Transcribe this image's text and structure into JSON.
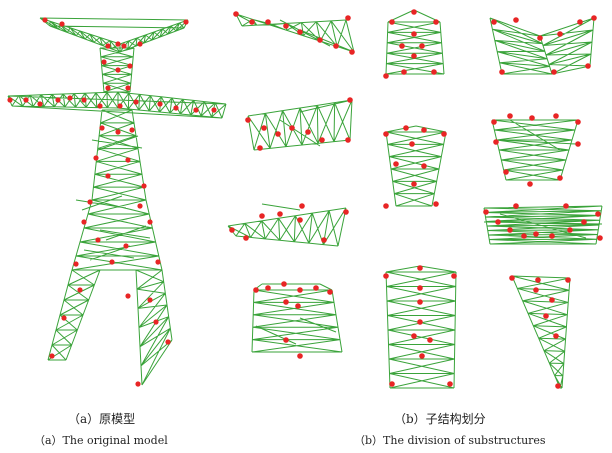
{
  "colors": {
    "member": "#3aa33a",
    "node": "#e82525",
    "support": "#4fb7d4"
  },
  "captions": {
    "a_cn": "（a）原模型",
    "a_en": "（a）The original model",
    "b_cn": "（b）子结构划分",
    "b_en": "（b）The division of substructures"
  }
}
